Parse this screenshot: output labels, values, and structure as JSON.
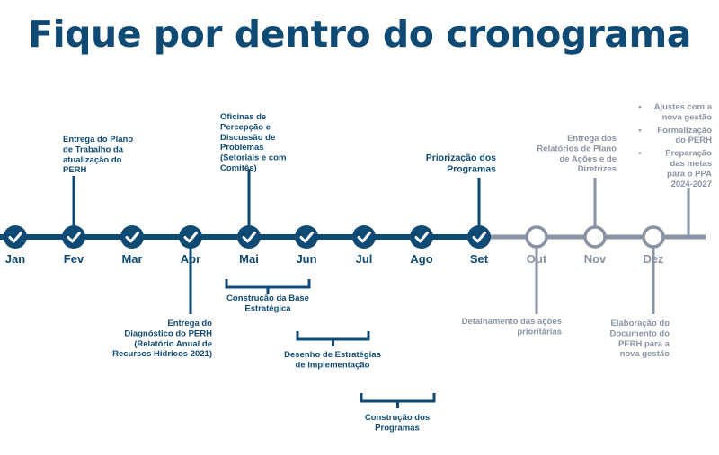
{
  "title": "Fique por dentro do cronograma",
  "colors": {
    "done": "#0e4a73",
    "pending": "#8a93a3",
    "white": "#ffffff"
  },
  "months": [
    {
      "label": "Jan",
      "status": "done"
    },
    {
      "label": "Fev",
      "status": "done"
    },
    {
      "label": "Mar",
      "status": "done"
    },
    {
      "label": "Abr",
      "status": "done"
    },
    {
      "label": "Mai",
      "status": "done"
    },
    {
      "label": "Jun",
      "status": "done"
    },
    {
      "label": "Jul",
      "status": "done"
    },
    {
      "label": "Ago",
      "status": "done"
    },
    {
      "label": "Set",
      "status": "done"
    },
    {
      "label": "Out",
      "status": "pending"
    },
    {
      "label": "Nov",
      "status": "pending"
    },
    {
      "label": "Dez",
      "status": "pending"
    }
  ],
  "milestones": {
    "fev": [
      "Entrega do Plano",
      "de Trabalho da",
      "atualização do",
      "PERH"
    ],
    "abr": [
      "Entrega do",
      "Diagnóstico do PERH",
      "(Relatório Anual de",
      "Recursos Hídricos 2021)"
    ],
    "mai": [
      "Oficinas de",
      "Percepção e",
      "Discussão de",
      "Problemas",
      "(Setoriais e com",
      "Comitês)"
    ],
    "set": [
      "Priorização dos",
      "Programas"
    ],
    "out": [
      "Detalhamento das ações",
      "prioritárias"
    ],
    "nov": [
      "Entrega dos",
      "Relatórios de Plano",
      "de Ações e de",
      "Diretrizes"
    ],
    "dez": [
      "Elaboração do",
      "Documento do",
      "PERH para a",
      "nova gestão"
    ],
    "end": [
      {
        "bullet": "•",
        "lines": [
          "Ajustes com a",
          "nova gestão"
        ]
      },
      {
        "bullet": "•",
        "lines": [
          "Formalização",
          "do PERH"
        ]
      },
      {
        "bullet": "•",
        "lines": [
          "Preparação",
          "das metas",
          "para o PPA",
          "2024-2027"
        ]
      }
    ]
  },
  "phases": [
    {
      "lines": [
        "Construção da Base",
        "Estratégica"
      ]
    },
    {
      "lines": [
        "Desenho de Estratégias",
        "de Implementação"
      ]
    },
    {
      "lines": [
        "Construção dos",
        "Programas"
      ]
    }
  ]
}
